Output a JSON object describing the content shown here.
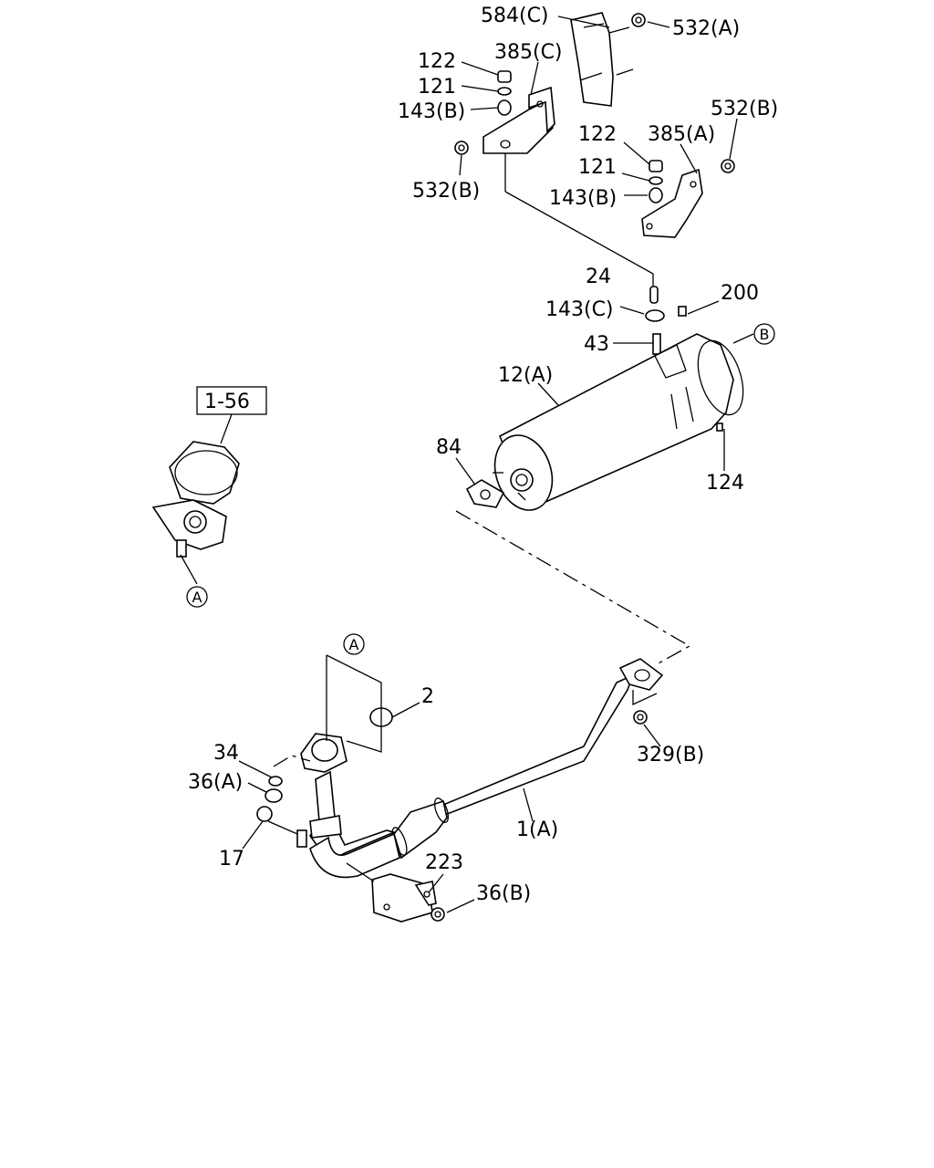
{
  "diagram": {
    "ref_box": "1-56",
    "callout_a": "A",
    "callout_b": "B",
    "labels": {
      "p584c": "584(C)",
      "p532a": "532(A)",
      "p122_top": "122",
      "p385c": "385(C)",
      "p121_top": "121",
      "p143b_top": "143(B)",
      "p532b_left": "532(B)",
      "p532b_right": "532(B)",
      "p122_right": "122",
      "p385a": "385(A)",
      "p121_right": "121",
      "p143b_right": "143(B)",
      "p24": "24",
      "p200": "200",
      "p143c": "143(C)",
      "p43": "43",
      "p12a": "12(A)",
      "p84": "84",
      "p124": "124",
      "p2": "2",
      "p34": "34",
      "p36a": "36(A)",
      "p329b": "329(B)",
      "p1a": "1(A)",
      "p17": "17",
      "p223": "223",
      "p36b": "36(B)"
    }
  }
}
